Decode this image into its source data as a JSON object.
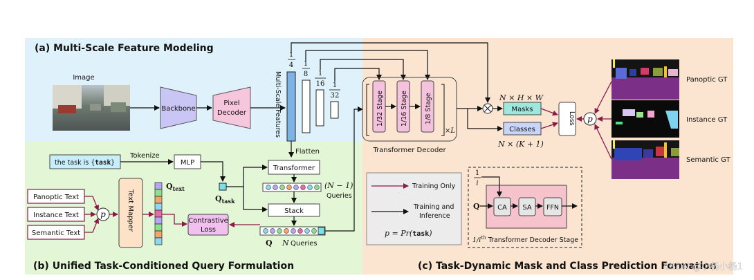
{
  "sections": {
    "a_title": "(a) Multi-Scale Feature Modeling",
    "b_title": "(b) Unified Task-Conditioned Query Formulation",
    "c_title": "(c) Task-Dynamic Mask and Class Prediction Formation"
  },
  "colors": {
    "section_a_bg": "#dff1fb",
    "section_b_bg": "#e3f6d6",
    "section_c_bg": "#fbe4d0",
    "magenta_arrow": "#8b1a4a",
    "backbone": "#c9c6f5",
    "pixel_decoder": "#f6c6dc",
    "feature_bar": "#7fb3e3"
  },
  "multiscale": {
    "image_label": "Image",
    "backbone": "Backbone",
    "pixel_decoder_line1": "Pixel",
    "pixel_decoder_line2": "Decoder",
    "features_label": "Multi-Scale Features",
    "flatten": "Flatten",
    "scales": [
      {
        "num": "1",
        "den": "4"
      },
      {
        "num": "1",
        "den": "8"
      },
      {
        "num": "1",
        "den": "16"
      },
      {
        "num": "1",
        "den": "32"
      }
    ]
  },
  "query": {
    "task_text": "the task is {",
    "task_mono": "task",
    "task_close": "}",
    "tokenize": "Tokenize",
    "mlp": "MLP",
    "q_task": "Q",
    "q_task_sub": "task",
    "transformer": "Transformer",
    "n1_queries_math": "(N − 1)",
    "n1_queries_word": "Queries",
    "stack": "Stack",
    "contrastive_line1": "Contrastive",
    "contrastive_line2": "Loss",
    "q_label": "Q",
    "n_queries_math": "N",
    "n_queries_word": "Queries",
    "text_mapper": "Text Mapper",
    "q_text": "Q",
    "q_text_sub": "text",
    "p": "p",
    "texts": [
      {
        "label": "Panoptic Text",
        "color": "#8b1a1a"
      },
      {
        "label": "Instance Text",
        "color": "#b0209a"
      },
      {
        "label": "Semantic Text",
        "color": "#8b1a1a"
      }
    ]
  },
  "decoder": {
    "stages": [
      "1/32 Stage",
      "1/16 Stage",
      "1/8 Stage"
    ],
    "times_l": "×L",
    "caption": "Transformer Decoder",
    "nhw": "N × H × W",
    "masks": "Masks",
    "classes": "Classes",
    "nk1": "N × (K + 1)",
    "loss": "Loss",
    "p": "p",
    "gts": [
      {
        "label": "Panoptic GT",
        "color": "#8b1a1a"
      },
      {
        "label": "Instance GT",
        "color": "#b0209a"
      },
      {
        "label": "Semantic GT",
        "color": "#8b1a1a"
      }
    ]
  },
  "legend": {
    "training_only": "Training Only",
    "training_and_line1": "Training and",
    "training_and_line2": "Inference",
    "formula_lhs": "p = Pr(",
    "formula_mono": "task",
    "formula_rhs": ")"
  },
  "stage_detail": {
    "frac_num": "1",
    "frac_den": "i",
    "q": "Q",
    "ca": "CA",
    "sa": "SA",
    "ffn": "FFN",
    "caption_i": "1/i",
    "caption_sup": "th",
    "caption_rest": " Transformer Decoder Stage"
  },
  "watermark": "CSDN @小杨小杨1"
}
